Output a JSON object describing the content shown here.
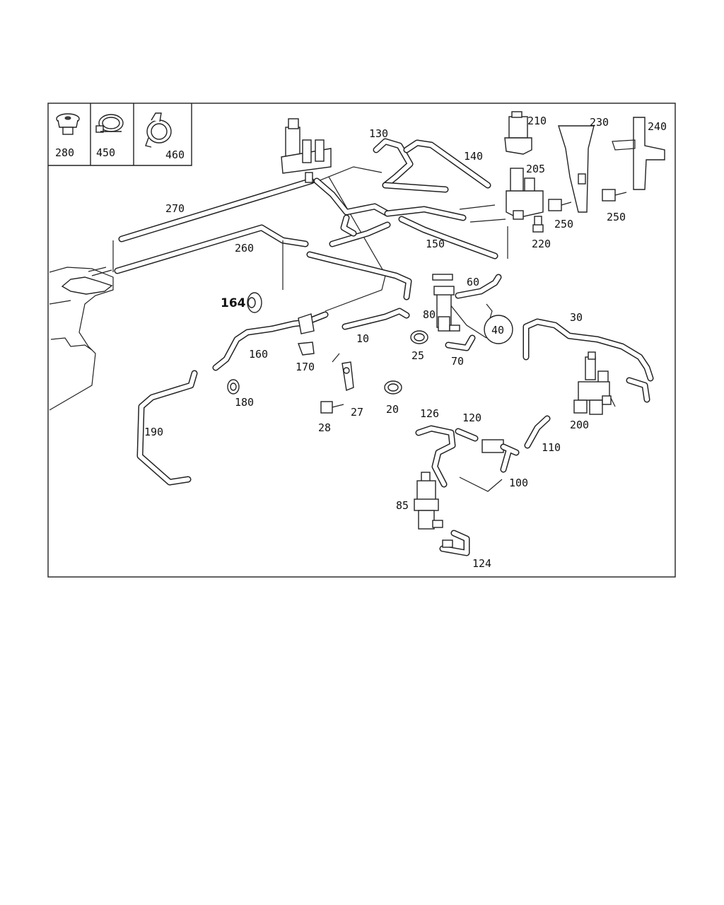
{
  "diagram": {
    "legend_parts": [
      {
        "number": "280",
        "icon": "grommet-icon"
      },
      {
        "number": "450",
        "icon": "hose-clamp-icon"
      },
      {
        "number": "460",
        "icon": "spring-clamp-icon"
      }
    ],
    "labels": {
      "p10": "10",
      "p20": "20",
      "p25": "25",
      "p27": "27",
      "p28": "28",
      "p30": "30",
      "p40": "40",
      "p60": "60",
      "p70": "70",
      "p80": "80",
      "p85": "85",
      "p100": "100",
      "p110": "110",
      "p120": "120",
      "p124": "124",
      "p126": "126",
      "p130": "130",
      "p140": "140",
      "p150": "150",
      "p160": "160",
      "p164": "164",
      "p170": "170",
      "p180": "180",
      "p190": "190",
      "p200": "200",
      "p205": "205",
      "p210": "210",
      "p220": "220",
      "p230": "230",
      "p240": "240",
      "p250a": "250",
      "p250b": "250",
      "p260": "260",
      "p270": "270"
    }
  }
}
